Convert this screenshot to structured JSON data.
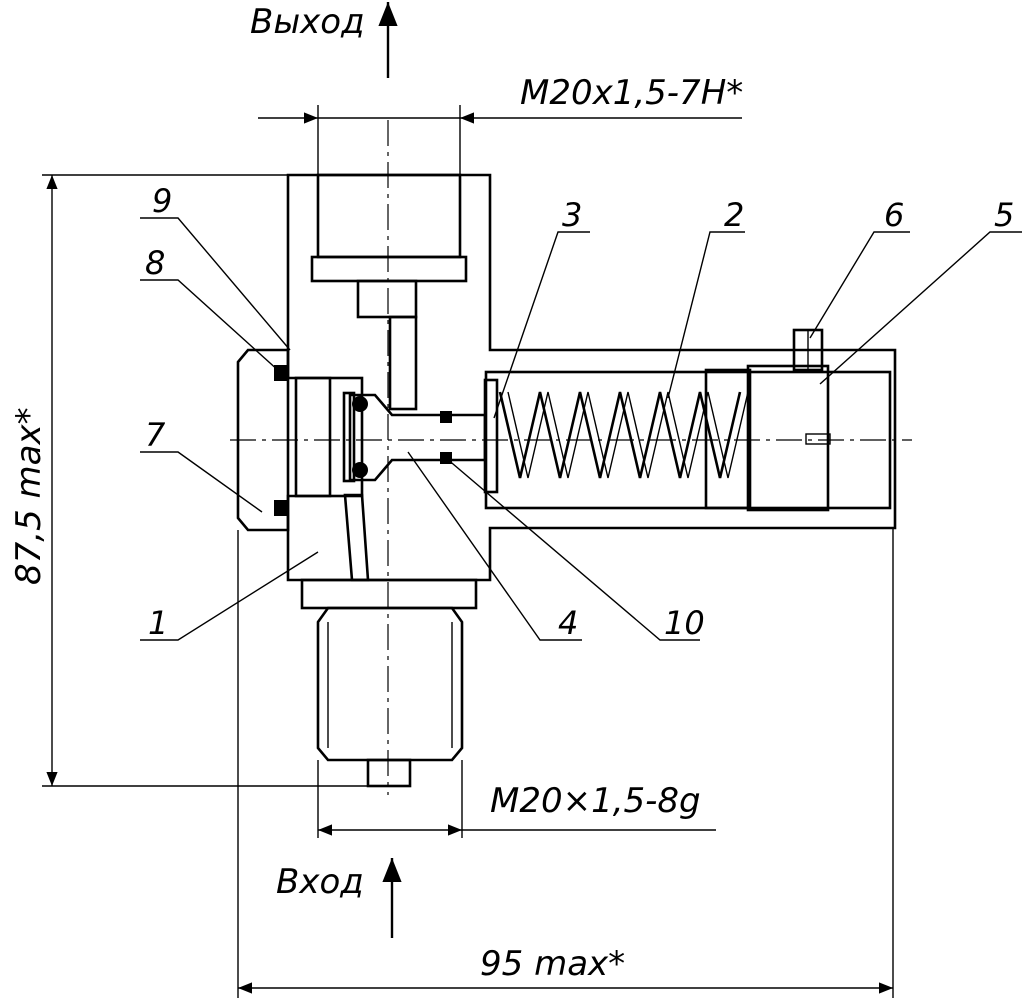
{
  "labels": {
    "outlet": "Выход",
    "inlet": "Вход",
    "thread_outlet": "M20x1,5-7H*",
    "thread_inlet": "M20×1,5-8g",
    "dim_height": "87,5 max*",
    "dim_width": "95 max*"
  },
  "callouts": [
    "1",
    "2",
    "3",
    "4",
    "5",
    "6",
    "7",
    "8",
    "9",
    "10"
  ],
  "colors": {
    "line": "#000000",
    "background": "#ffffff"
  }
}
